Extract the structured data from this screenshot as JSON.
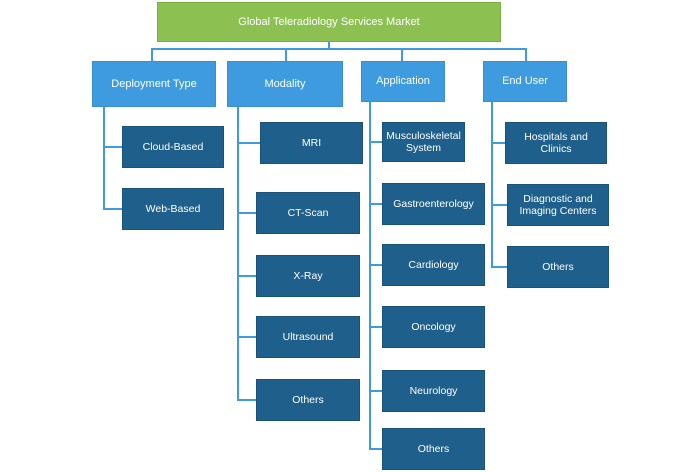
{
  "root": {
    "label": "Global Teleradiology Services Market"
  },
  "categories": [
    {
      "label": "Deployment Type",
      "items": [
        "Cloud-Based",
        "Web-Based"
      ]
    },
    {
      "label": "Modality",
      "items": [
        "MRI",
        "CT-Scan",
        "X-Ray",
        "Ultrasound",
        "Others"
      ]
    },
    {
      "label": "Application",
      "items": [
        "Musculoskeletal System",
        "Gastroenterology",
        "Cardiology",
        "Oncology",
        "Neurology",
        "Others"
      ]
    },
    {
      "label": "End User",
      "items": [
        "Hospitals and Clinics",
        "Diagnostic and Imaging Centers",
        "Others"
      ]
    }
  ],
  "colors": {
    "root": "#8cc152",
    "category": "#3f9be0",
    "leaf": "#1f5f8b",
    "connector": "#3f9be0"
  }
}
